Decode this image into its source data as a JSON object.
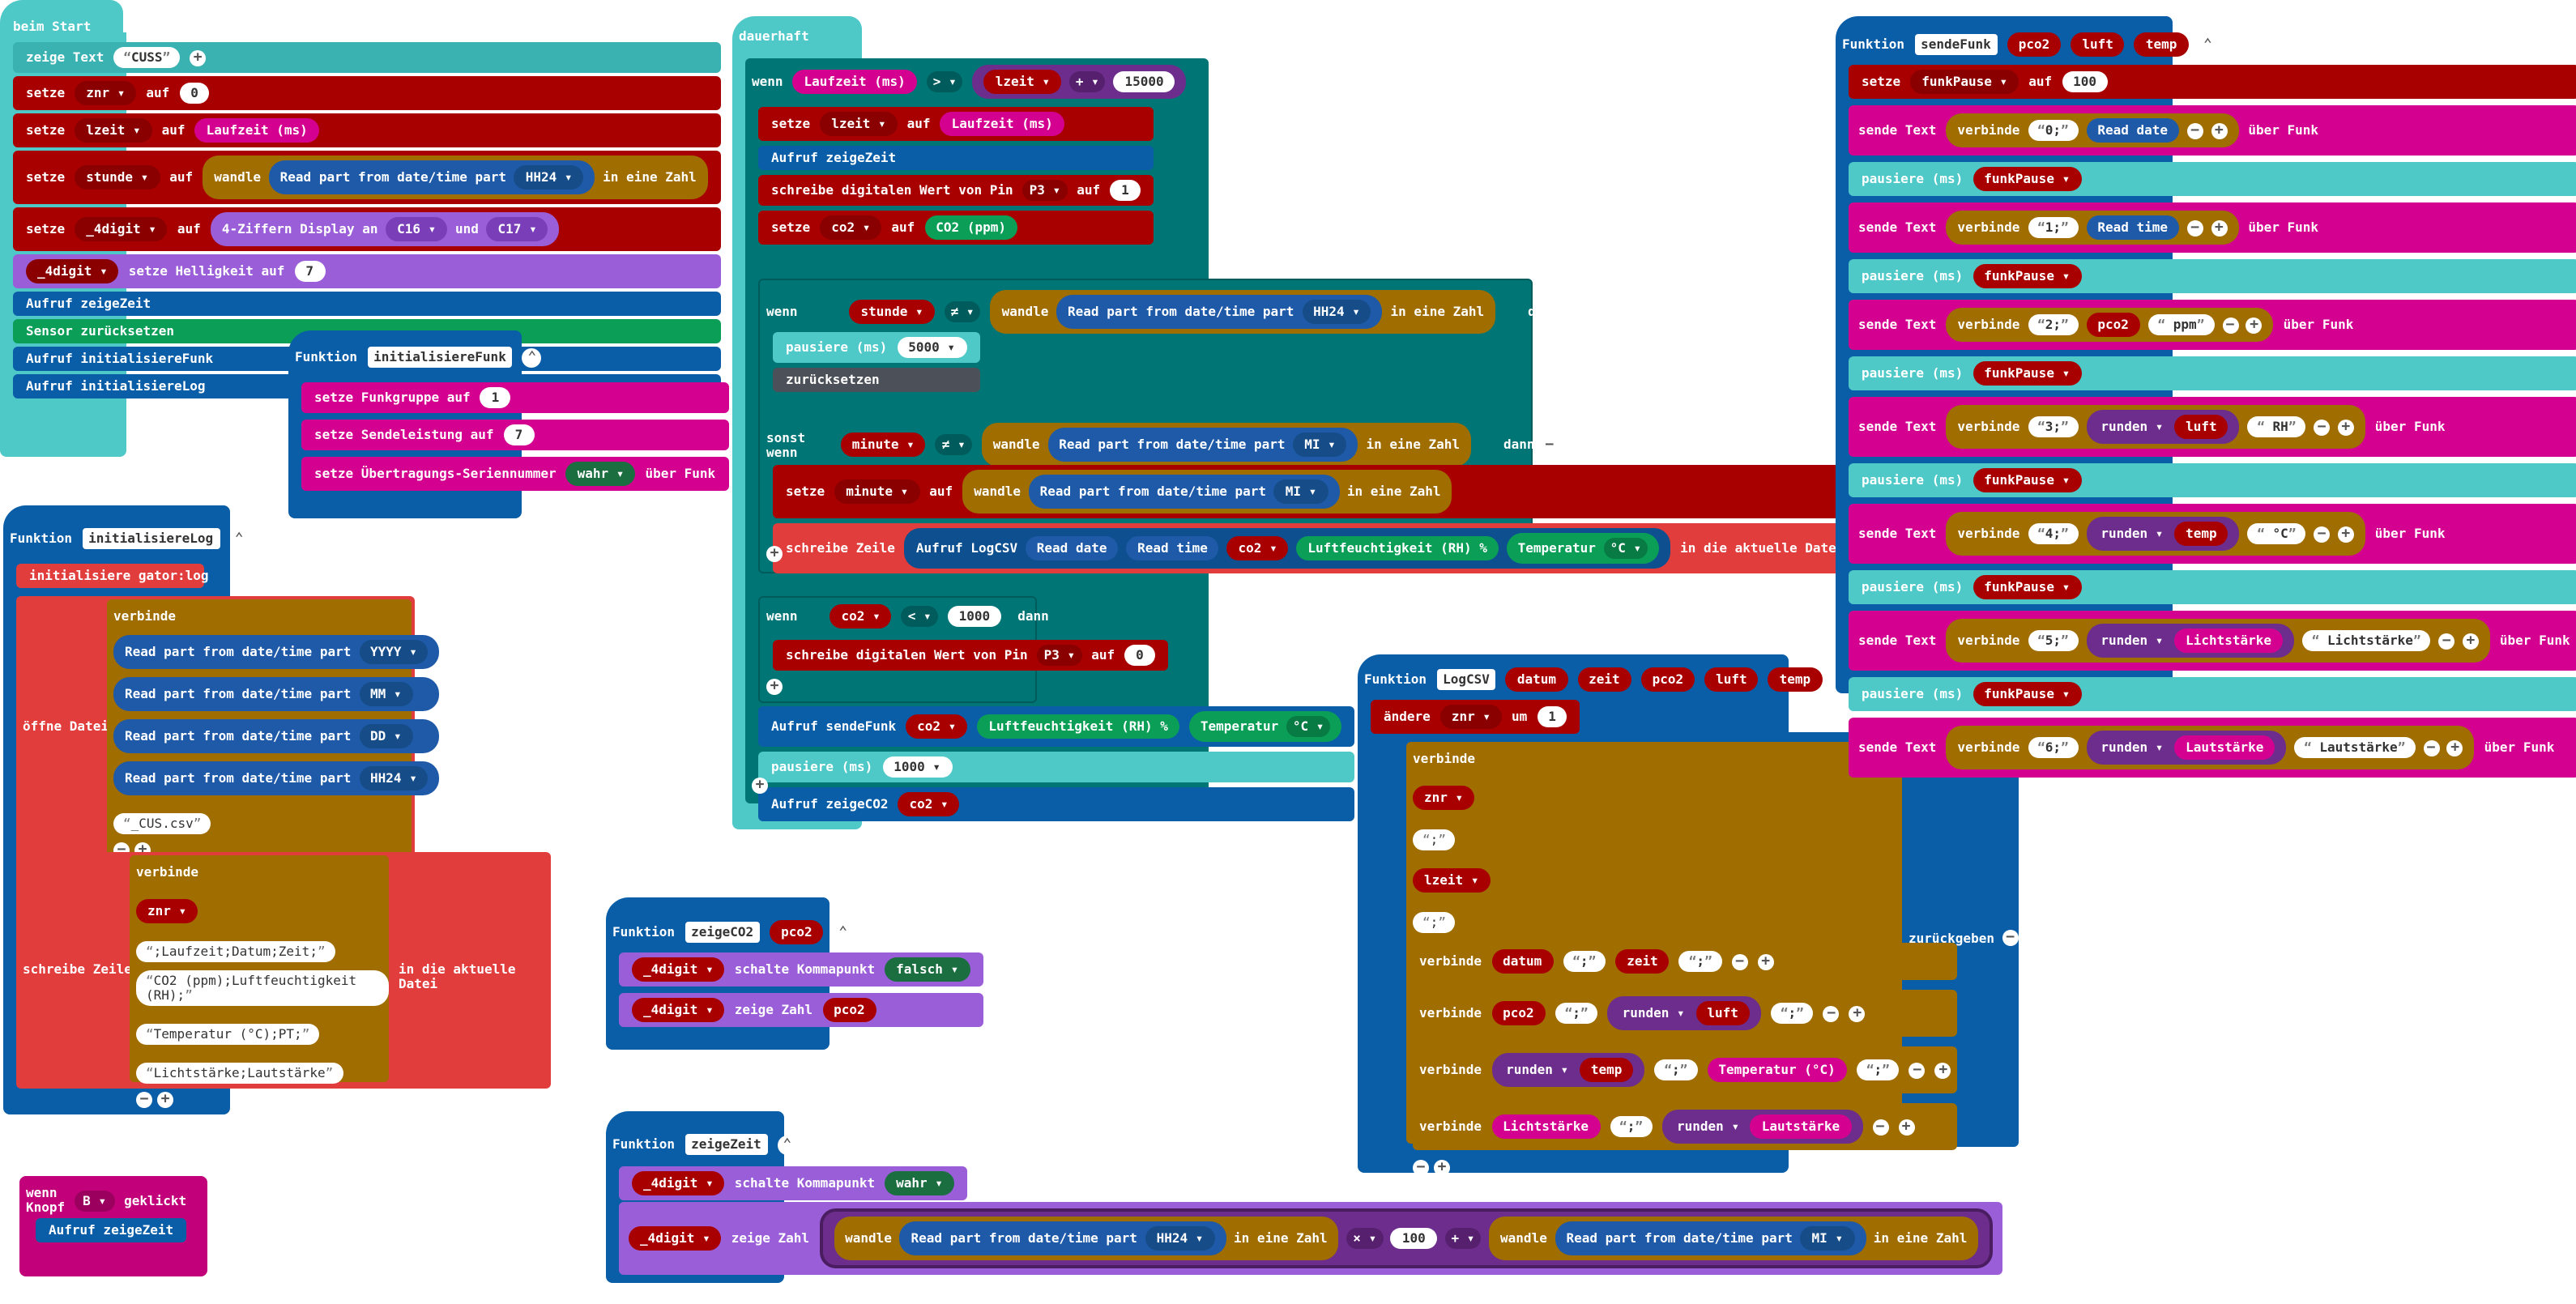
{
  "beim_start": {
    "hat": "beim Start",
    "zeige_text": "zeige Text",
    "text_cuss": "CUSS",
    "setze": "setze",
    "auf": "auf",
    "znr": "znr",
    "lzeit": "lzeit",
    "stunde": "stunde",
    "digit": "_4digit",
    "zero": "0",
    "laufzeit": "Laufzeit (ms)",
    "wandle": "wandle",
    "read_part": "Read part from date/time",
    "part": "part",
    "hh24": "HH24",
    "eine_zahl": "in eine Zahl",
    "display": "4-Ziffern Display an",
    "c16": "C16",
    "und": "und",
    "c17": "C17",
    "helligkeit": "setze Helligkeit auf",
    "seven": "7",
    "aufruf_zeigezeit": "Aufruf zeigeZeit",
    "sensor_reset": "Sensor zurücksetzen",
    "aufruf_initfunk": "Aufruf initialisiereFunk",
    "aufruf_initlog": "Aufruf initialisiereLog"
  },
  "init_funk": {
    "funktion": "Funktion",
    "name": "initialisiereFunk",
    "funkgruppe": "setze Funkgruppe auf",
    "one": "1",
    "sendeleistung": "setze Sendeleistung auf",
    "seven": "7",
    "seriennummer": "setze Übertragungs-Seriennummer",
    "wahr": "wahr",
    "ueber_funk": "über Funk"
  },
  "init_log": {
    "funktion": "Funktion",
    "name": "initialisiereLog",
    "init": "initialisiere gator:log",
    "oeffne": "öffne Datei",
    "verbinde": "verbinde",
    "read_part": "Read part from date/time",
    "part": "part",
    "yyyy": "YYYY",
    "mm": "MM",
    "dd": "DD",
    "hh24": "HH24",
    "csv": "_CUS.csv",
    "schreibe": "schreibe Zeile",
    "znr": "znr",
    "s1": ";Laufzeit;Datum;Zeit;",
    "s2": "CO2 (ppm);Luftfeuchtigkeit (RH);",
    "s3": "Temperatur (°C);PT;",
    "s4": "Lichtstärke;Lautstärke",
    "aktuelle": "in die aktuelle Datei"
  },
  "knopf": {
    "wenn": "wenn Knopf",
    "b": "B",
    "geklickt": "geklickt",
    "aufruf": "Aufruf zeigeZeit"
  },
  "dauerhaft": {
    "hat": "dauerhaft",
    "wenn": "wenn",
    "dann": "dann",
    "laufzeit": "Laufzeit (ms)",
    "gt": ">",
    "lzeit": "lzeit",
    "plus": "+",
    "n15000": "15000",
    "setze": "setze",
    "auf": "auf",
    "aufruf_zeigezeit": "Aufruf zeigeZeit",
    "schreibe_pin": "schreibe digitalen Wert von Pin",
    "p3": "P3",
    "one": "1",
    "co2": "co2",
    "co2ppm": "CO2 (ppm)",
    "stunde": "stunde",
    "neq": "≠",
    "wandle": "wandle",
    "read_part": "Read part from date/time",
    "part": "part",
    "hh24": "HH24",
    "eine_zahl": "in eine Zahl",
    "pausiere": "pausiere (ms)",
    "n5000": "5000",
    "reset": "zurücksetzen",
    "sonst_wenn": "sonst wenn",
    "minute": "minute",
    "mi": "MI",
    "schreibe_zeile": "schreibe Zeile",
    "aufruf_logcsv": "Aufruf LogCSV",
    "read_date": "Read date",
    "read_time": "Read time",
    "luft": "Luftfeuchtigkeit (RH) %",
    "temperatur": "Temperatur",
    "celsius": "°C",
    "aktuelle": "in die aktuelle Datei",
    "lt": "<",
    "n1000": "1000",
    "zero": "0",
    "aufruf_sendefunk": "Aufruf sendeFunk",
    "aufruf_zeigeco2": "Aufruf zeigeCO2"
  },
  "zeige_co2": {
    "funktion": "Funktion",
    "name": "zeigeCO2",
    "param": "pco2",
    "digit": "_4digit",
    "komma": "schalte Kommapunkt",
    "falsch": "falsch",
    "zahl": "zeige Zahl"
  },
  "zeige_zeit": {
    "funktion": "Funktion",
    "name": "zeigeZeit",
    "digit": "_4digit",
    "komma": "schalte Kommapunkt",
    "wahr": "wahr",
    "zahl": "zeige Zahl",
    "wandle": "wandle",
    "read_part": "Read part from date/time",
    "part": "part",
    "hh24": "HH24",
    "eine_zahl": "in eine Zahl",
    "mul": "×",
    "n100": "100",
    "plus": "+",
    "mi": "MI"
  },
  "log_csv": {
    "funktion": "Funktion",
    "name": "LogCSV",
    "p1": "datum",
    "p2": "zeit",
    "p3": "pco2",
    "p4": "luft",
    "p5": "temp",
    "aendere": "ändere",
    "znr": "znr",
    "um": "um",
    "one": "1",
    "verbinde": "verbinde",
    "lzeit": "lzeit",
    "semi": ";",
    "runden": "runden",
    "lichtstaerke": "Lichtstärke",
    "temperatur_c": "Temperatur (°C)",
    "lautstaerke": "Lautstärke",
    "zurueck": "zurückgeben"
  },
  "sende_funk": {
    "funktion": "Funktion",
    "name": "sendeFunk",
    "p1": "pco2",
    "p2": "luft",
    "p3": "temp",
    "setze": "setze",
    "funkpause": "funkPause",
    "auf": "auf",
    "n100": "100",
    "sende_text": "sende Text",
    "verbinde": "verbinde",
    "s0": "0;",
    "s1": "1;",
    "s2": "2;",
    "s3": "3;",
    "s4": "4;",
    "s5": "5;",
    "s6": "6;",
    "read_date": "Read date",
    "read_time": "Read time",
    "ppm": " ppm",
    "rh": " RH",
    "c": " °C",
    "lichtstaerke": "Lichtstärke",
    "lichtstaerke_str": " Lichtstärke",
    "lautstaerke": "Lautstärke",
    "lautstaerke_str": " Lautstärke",
    "runden": "runden",
    "ueber_funk": "über Funk",
    "pausiere": "pausiere (ms)"
  }
}
